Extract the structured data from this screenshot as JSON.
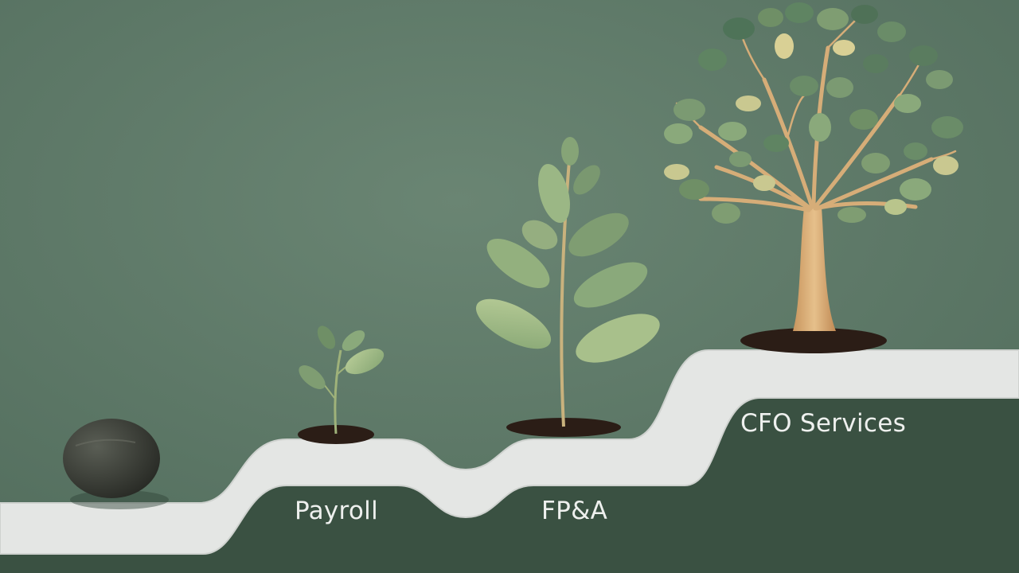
{
  "scene": {
    "stages": [
      {
        "id": "seed",
        "label": ""
      },
      {
        "id": "payroll",
        "label": "Payroll"
      },
      {
        "id": "fpa",
        "label": "FP&A"
      },
      {
        "id": "cfo",
        "label": "CFO Services"
      }
    ],
    "colors": {
      "wall": "#5f7a69",
      "shelf": "#e4e6e4",
      "shadow": "#2e4036",
      "soil": "#2b1d16",
      "leaf": "#7d9c73",
      "leaf_light": "#aec48f",
      "trunk": "#d6ad78",
      "seed": "#3a3d36"
    }
  }
}
